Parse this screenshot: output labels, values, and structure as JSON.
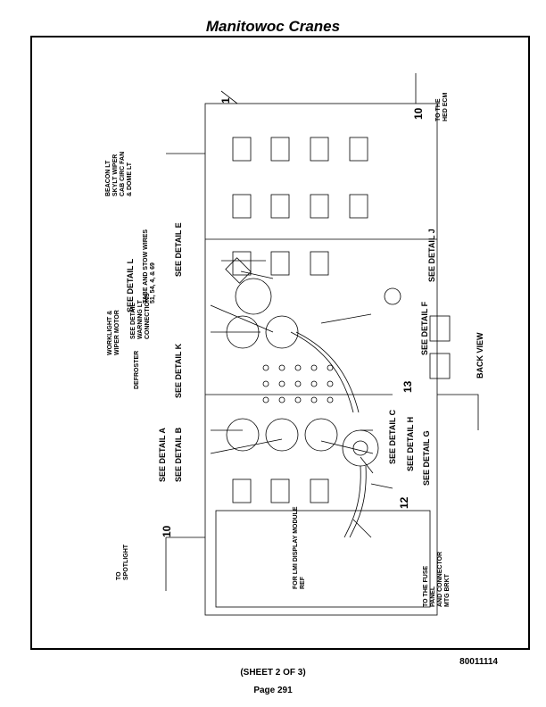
{
  "header": {
    "title": "Manitowoc Cranes"
  },
  "callouts": {
    "item_1": "1",
    "item_10_top": "10",
    "item_10_bottom": "10",
    "item_12": "12",
    "item_13": "13",
    "to_hed_ecm": [
      "TO THE",
      "HED ECM"
    ],
    "beacon": [
      "BEACON LT",
      "SKYLT WIPER",
      "CAB CIRC FAN",
      "& DOME LT"
    ],
    "tabe_stow": [
      "TABE AND STOW WIRES",
      "51, 54, 4, & 69"
    ],
    "warning_lt": [
      "SEE DETAIL",
      "WARNING LT",
      "CONNECTIONS"
    ],
    "worklight": [
      "WORKLIGHT &",
      "WIPER MOTOR"
    ],
    "defroster": "DEFROSTER",
    "to_spotlight": [
      "TO",
      "SPOTLIGHT"
    ],
    "to_fuse_panel": [
      "TO THE FUSE",
      "PANEL",
      "AND CONNECTOR",
      "MTG BRKT"
    ],
    "lmi": [
      "FOR LMI DISPLAY MODULE",
      "REF"
    ],
    "back_view": "BACK VIEW",
    "see_detail_e": "SEE DETAIL  E",
    "see_detail_l": "SEE DETAIL  L",
    "see_detail_k": "SEE DETAIL  K",
    "see_detail_a": "SEE DETAIL  A",
    "see_detail_b": "SEE DETAIL  B",
    "see_detail_j": "SEE DETAIL  J",
    "see_detail_f": "SEE DETAIL  F",
    "see_detail_c": "SEE DETAIL  C",
    "see_detail_h": "SEE DETAIL  H",
    "see_detail_g": "SEE DETAIL  G"
  },
  "footer": {
    "drawing_number": "80011114",
    "sheet": "(SHEET 2 OF 3)",
    "page": "Page 291"
  }
}
